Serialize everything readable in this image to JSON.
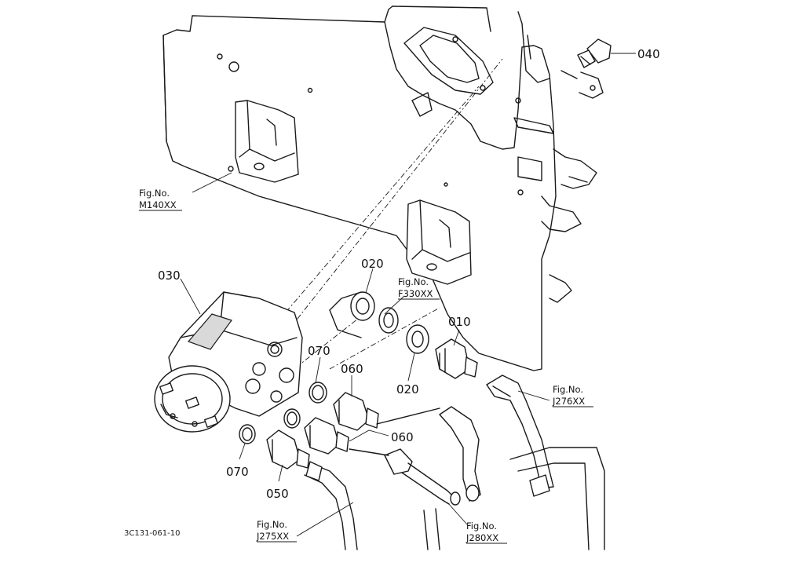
{
  "diagram": {
    "part_labels": {
      "p010": "010",
      "p020_top": "020",
      "p020_bottom": "020",
      "p030": "030",
      "p040": "040",
      "p050": "050",
      "p060_top": "060",
      "p060_bottom": "060",
      "p070_top": "070",
      "p070_bottom": "070"
    },
    "figure_refs": {
      "m140": {
        "line1": "Fig.No.",
        "line2": "M140XX"
      },
      "f330": {
        "line1": "Fig.No.",
        "line2": "F330XX"
      },
      "j276": {
        "line1": "Fig.No.",
        "line2": "J276XX"
      },
      "j275": {
        "line1": "Fig.No.",
        "line2": "J275XX"
      },
      "j280": {
        "line1": "Fig.No.",
        "line2": "J280XX"
      }
    },
    "drawing_code": "3C131-061-10"
  }
}
